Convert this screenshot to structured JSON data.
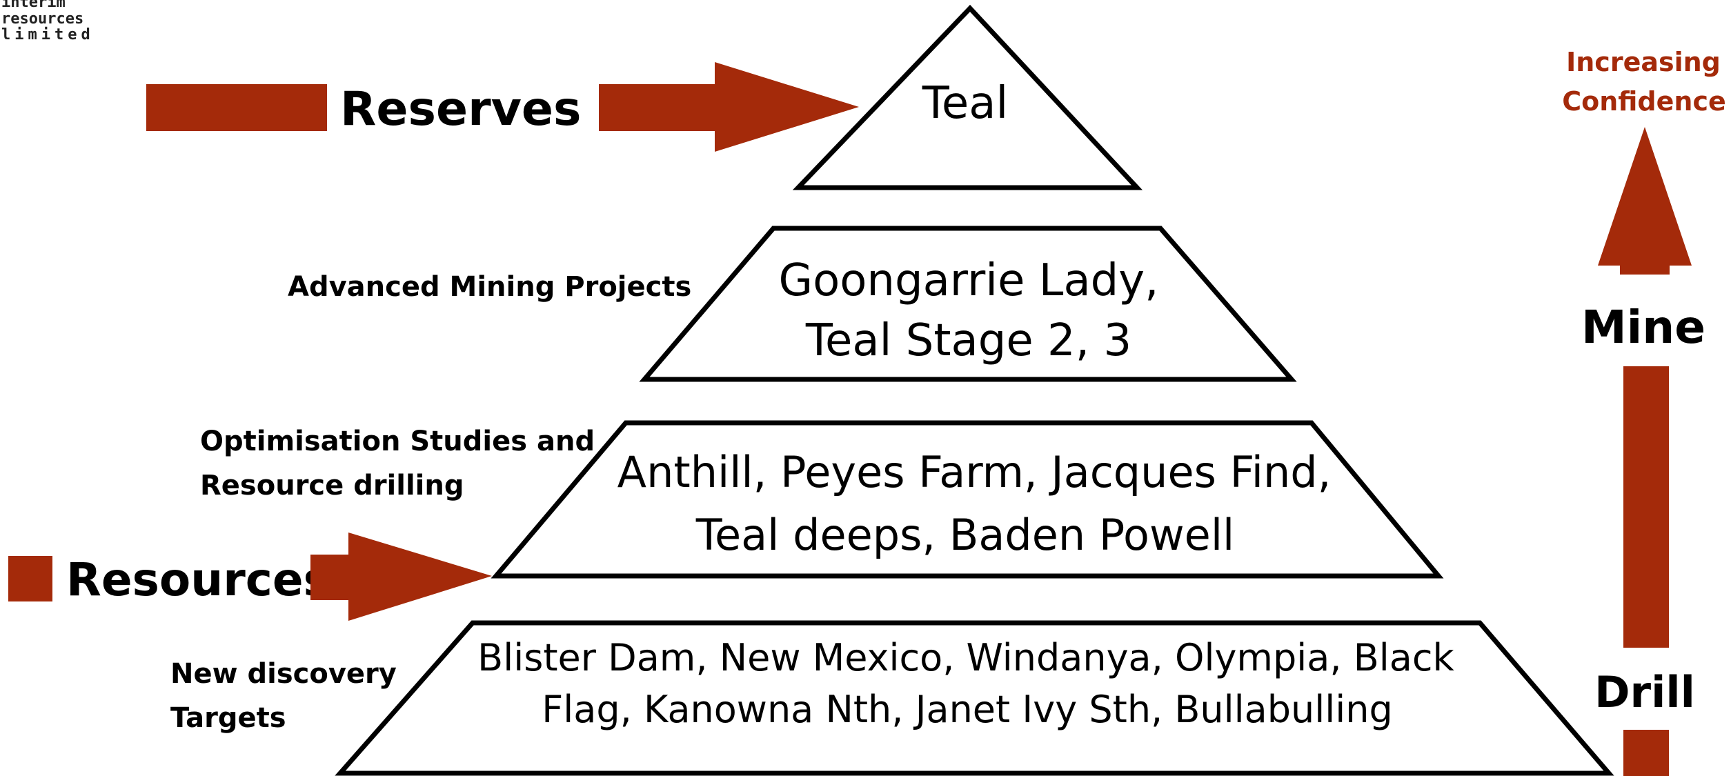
{
  "logo": {
    "lines": [
      "interim",
      "resources",
      "limited"
    ]
  },
  "colors": {
    "accent": "#A42A0A",
    "outline": "#000000",
    "background": "#FFFFFF"
  },
  "pyramid": {
    "tiers": [
      {
        "stage_label": [
          "Reserves"
        ],
        "projects": [
          "Teal"
        ]
      },
      {
        "stage_label": [
          "Advanced Mining Projects"
        ],
        "projects": [
          "Goongarrie Lady,",
          "Teal Stage 2, 3"
        ]
      },
      {
        "stage_label": [
          "Optimisation Studies and",
          "Resource drilling"
        ],
        "projects": [
          "Anthill, Peyes Farm, Jacques Find,",
          "Teal deeps,  Baden Powell"
        ]
      },
      {
        "stage_label": [
          "New discovery",
          "Targets"
        ],
        "projects": [
          "Blister Dam, New Mexico, Windanya, Olympia, Black",
          "Flag, Kanowna Nth, Janet Ivy Sth, Bullabulling"
        ]
      }
    ]
  },
  "category_arrows": {
    "reserves": "Reserves",
    "resources": "Resources"
  },
  "confidence_scale": {
    "top_label": [
      "Increasing",
      "Confidence"
    ],
    "mine_label": "Mine",
    "drill_label": "Drill"
  }
}
